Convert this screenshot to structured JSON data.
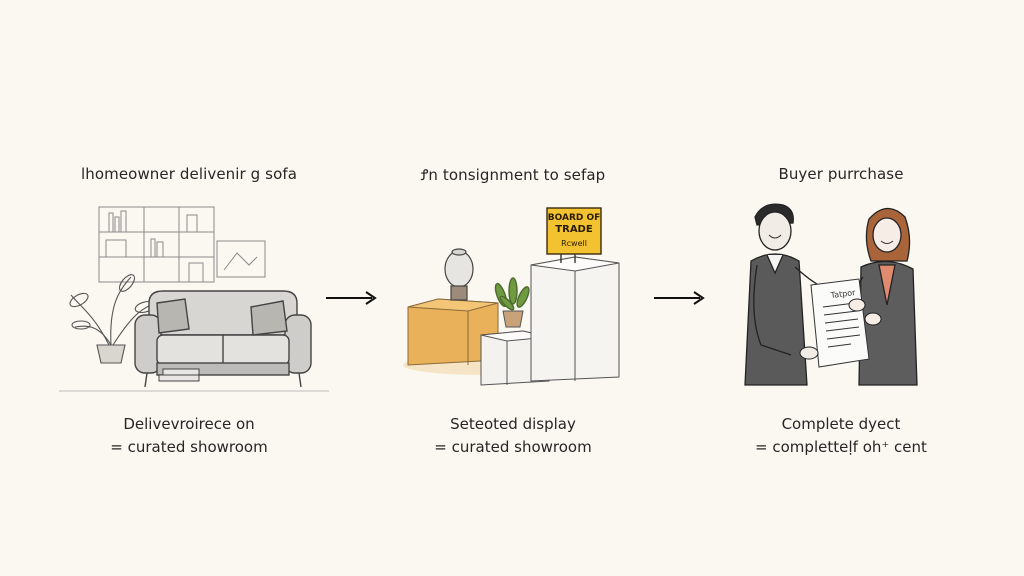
{
  "steps": [
    {
      "title": "lhomeowner delivenir g sofa",
      "caption_line1": "Delivevroirece on",
      "caption_line2": "= curated showroom"
    },
    {
      "title": "Ꝭn tonsignment to sefap",
      "caption_line1": "Seteoted display",
      "caption_line2": "= curated showroom",
      "sign_line1": "BOARD OF",
      "sign_line2": "TRADE",
      "sign_line3": "Rcwell"
    },
    {
      "title": "Buyer purrchase",
      "caption_line1": "Complete dyect",
      "caption_line2": "= completteḷf oh⁺ cent",
      "document_heading": "Tatpor"
    }
  ],
  "colors": {
    "background": "#fbf8f2",
    "ink": "#2a2a2a",
    "wood_accent": "#e9b15a",
    "sign_yellow": "#f2c230",
    "pink_shirt": "#e08a6f"
  },
  "icons": [
    "right-arrow-icon",
    "right-arrow-icon"
  ]
}
